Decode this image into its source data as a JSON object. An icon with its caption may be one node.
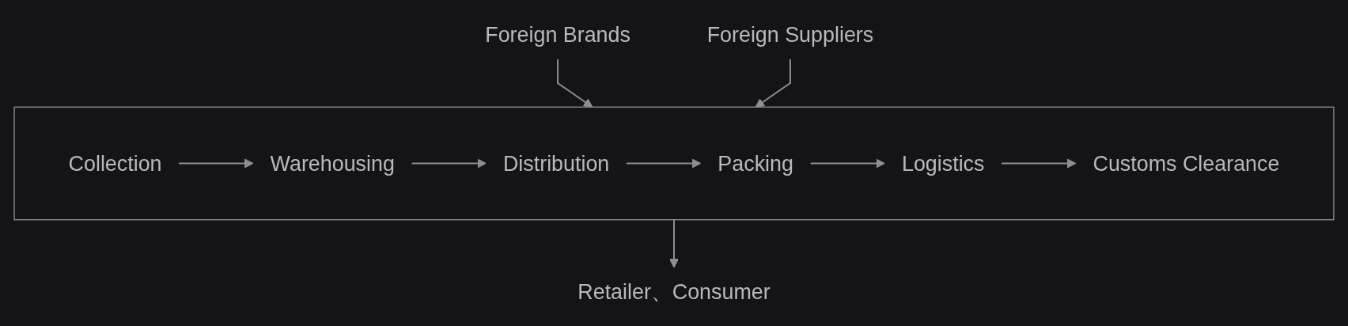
{
  "diagram": {
    "nodes": [
      {
        "text": [
          "Foreign Brands"
        ]
      },
      {
        "text": [
          "Foreign Suppliers"
        ]
      },
      {
        "text": [],
        "shape": "box"
      },
      {
        "text": [
          "Collection"
        ],
        "in": 2
      },
      {
        "text": [
          "Warehousing"
        ],
        "in": 2
      },
      {
        "text": [
          "Distribution"
        ],
        "in": 2
      },
      {
        "text": [
          "Packing"
        ],
        "in": 2
      },
      {
        "text": [
          "Logistics"
        ],
        "in": 2
      },
      {
        "text": [
          "Customs Clearance"
        ],
        "in": 2
      },
      {
        "text": [
          "Retailer、Consumer"
        ]
      }
    ],
    "edges": [
      {
        "from": 0,
        "to": 2,
        "arrow": "to"
      },
      {
        "from": 1,
        "to": 2,
        "arrow": "to"
      },
      {
        "from": 3,
        "to": 4,
        "arrow": "to"
      },
      {
        "from": 4,
        "to": 5,
        "arrow": "to"
      },
      {
        "from": 5,
        "to": 6,
        "arrow": "to"
      },
      {
        "from": 6,
        "to": 7,
        "arrow": "to"
      },
      {
        "from": 7,
        "to": 8,
        "arrow": "to"
      },
      {
        "from": 2,
        "to": 9,
        "arrow": "to"
      }
    ]
  }
}
